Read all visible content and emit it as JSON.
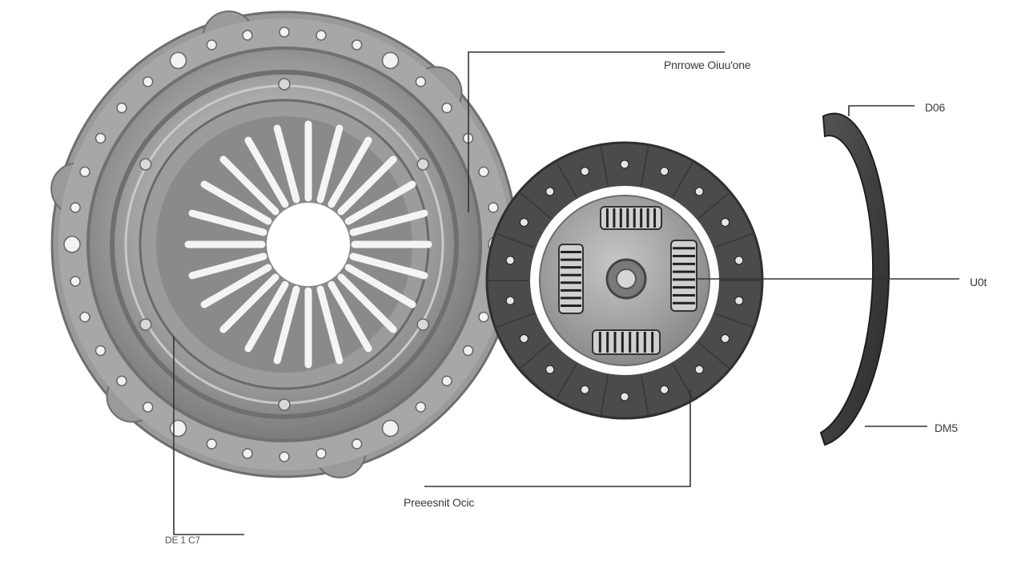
{
  "colors": {
    "background": "#ffffff",
    "leader_line": "#333333",
    "steel_light": "#bdbdbd",
    "steel_mid": "#8f8f8f",
    "steel_dark": "#5e5e5e",
    "friction": "#4a4a4a",
    "ring": "#3a3a3a"
  },
  "labels": {
    "pressure_plate": "Pnrrowe Oiuu'one",
    "top_right": "D06",
    "mid_right": "U0t",
    "bottom_right": "DM5",
    "clutch_disc": "Preeesnit Ocic",
    "bottom_left": "DE 1 C7"
  }
}
